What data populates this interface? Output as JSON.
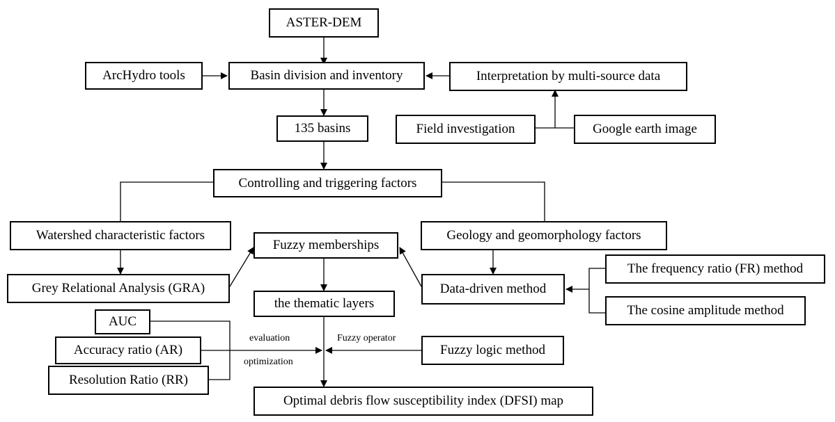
{
  "nodes": {
    "aster_dem": "ASTER-DEM",
    "archydro": "ArcHydro tools",
    "basin_division": "Basin division and inventory",
    "interpretation": "Interpretation by multi-source data",
    "basins_135": "135 basins",
    "field_investigation": "Field investigation",
    "google_earth": "Google earth image",
    "controlling_factors": "Controlling and triggering  factors",
    "watershed_factors": "Watershed characteristic factors",
    "geology_factors": "Geology and geomorphology  factors",
    "fuzzy_memberships": "Fuzzy memberships",
    "gra": "Grey Relational Analysis (GRA)",
    "thematic_layers": "the thematic layers",
    "data_driven": "Data-driven method",
    "fr_method": "The frequency ratio (FR) method",
    "cosine_method": "The cosine amplitude method",
    "auc": "AUC",
    "accuracy_ratio": "Accuracy ratio (AR)",
    "resolution_ratio": "Resolution Ratio (RR)",
    "fuzzy_logic": "Fuzzy logic method",
    "dfsi_map": "Optimal debris flow susceptibility index (DFSI) map"
  },
  "edge_labels": {
    "evaluation": "evaluation",
    "optimization": "optimization",
    "fuzzy_operator": "Fuzzy operator"
  }
}
